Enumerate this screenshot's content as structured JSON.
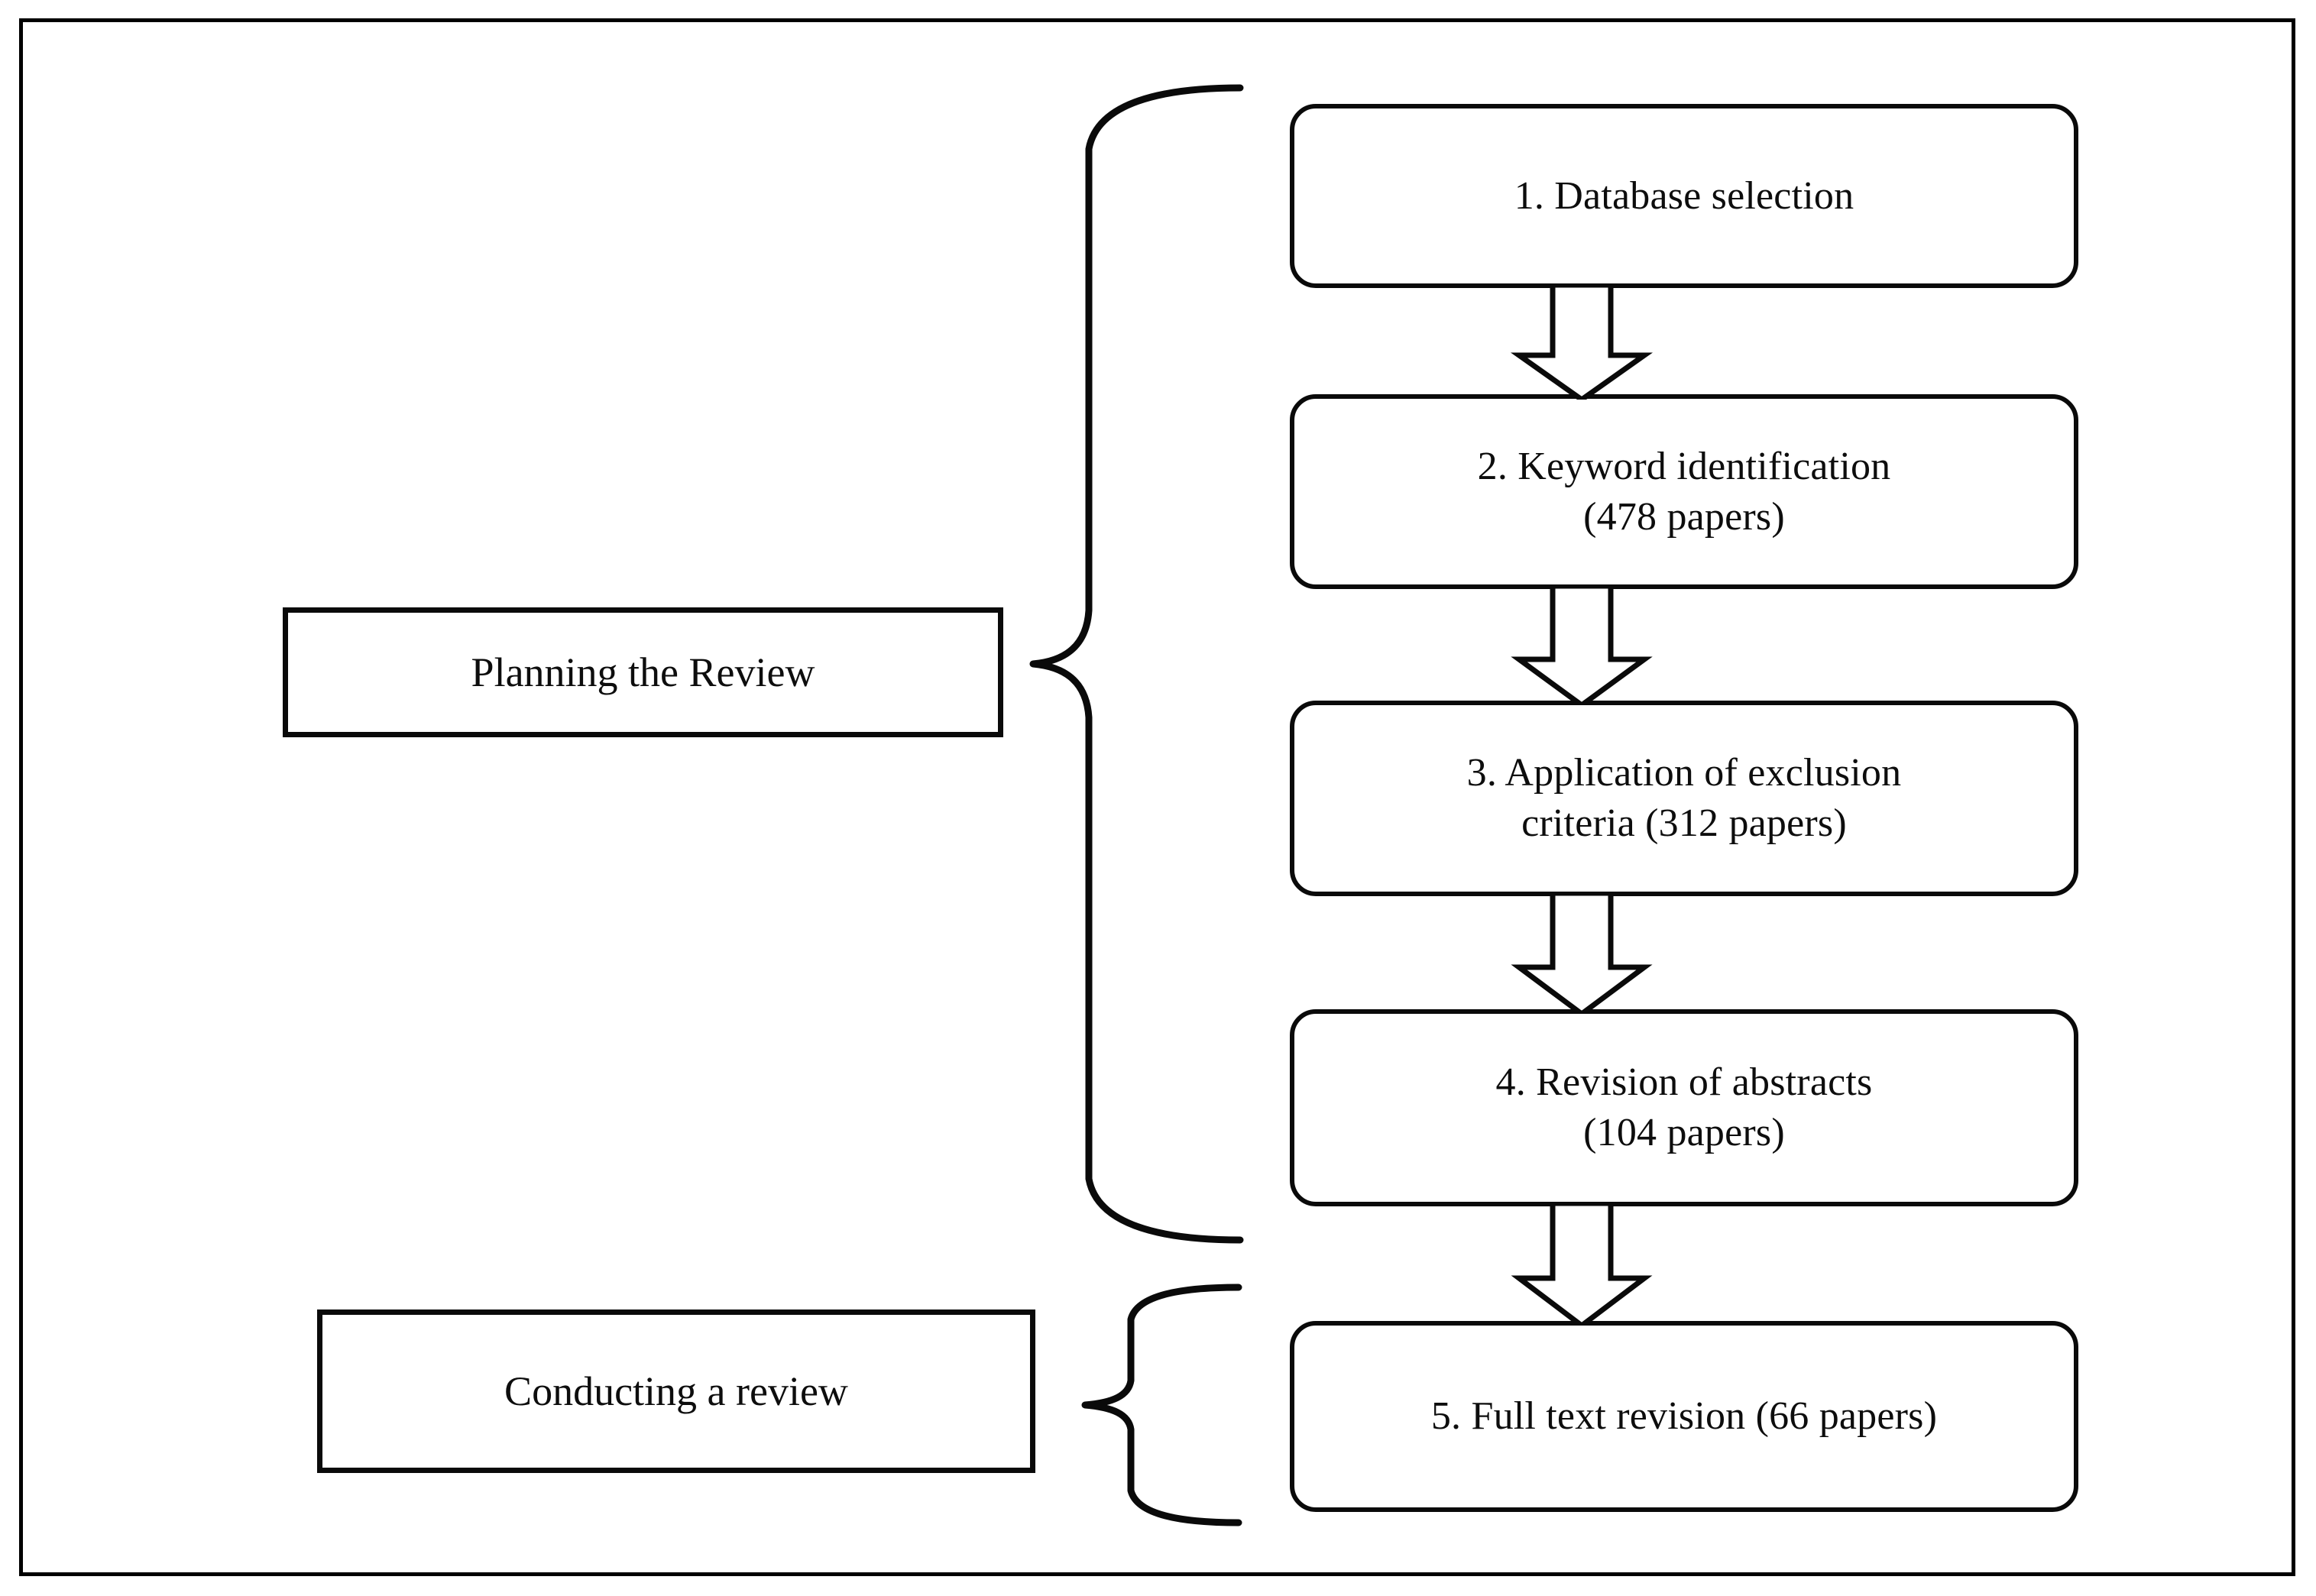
{
  "figure": {
    "type": "flowchart",
    "description": "Systematic literature review process flowchart with two phase labels joined by curly braces to a vertical chain of five numbered steps connected by downward block arrows."
  },
  "phases": [
    {
      "id": "planning",
      "label": "Planning the Review",
      "brace": "curly-brace-right",
      "covers_steps": [
        1,
        2,
        3,
        4
      ]
    },
    {
      "id": "conducting",
      "label": "Conducting a review",
      "brace": "curly-brace-right",
      "covers_steps": [
        5
      ]
    }
  ],
  "steps": [
    {
      "number": "1",
      "text": "1. Database selection",
      "papers": null
    },
    {
      "number": "2",
      "text": "2. Keyword identification\n(478 papers)",
      "papers": "478"
    },
    {
      "number": "3",
      "text": "3. Application of exclusion\ncriteria (312 papers)",
      "papers": "312"
    },
    {
      "number": "4",
      "text": "4. Revision of abstracts\n(104 papers)",
      "papers": "104"
    },
    {
      "number": "5",
      "text": "5. Full text revision (66 papers)",
      "papers": "66"
    }
  ],
  "connectors": [
    {
      "id": "arrow-1-2",
      "from": "1",
      "to": "2",
      "icon": "down-block-arrow-icon"
    },
    {
      "id": "arrow-2-3",
      "from": "2",
      "to": "3",
      "icon": "down-block-arrow-icon"
    },
    {
      "id": "arrow-3-4",
      "from": "3",
      "to": "4",
      "icon": "down-block-arrow-icon"
    },
    {
      "id": "arrow-4-5",
      "from": "4",
      "to": "5",
      "icon": "down-block-arrow-icon"
    }
  ],
  "colors": {
    "stroke": "#0a0a0a",
    "text": "#0d0d0d",
    "background": "#ffffff",
    "frame": "#000000"
  }
}
